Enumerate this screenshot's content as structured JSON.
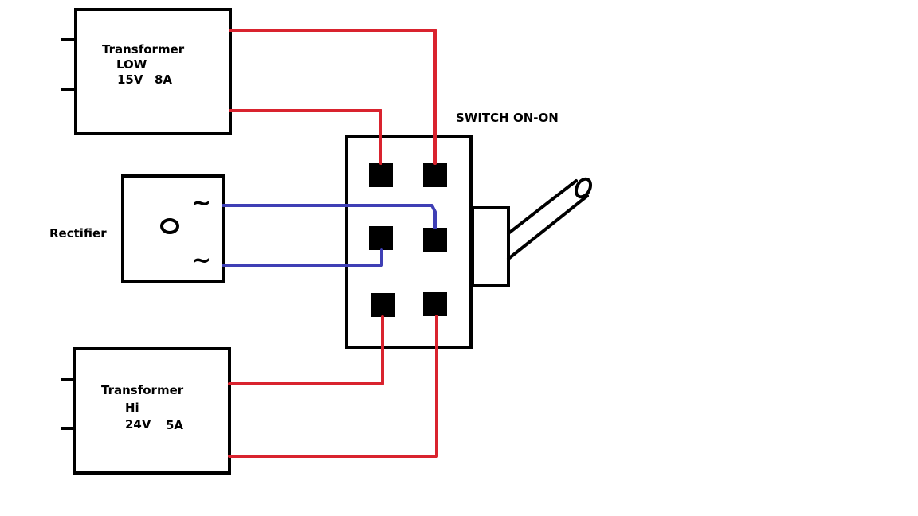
{
  "colors": {
    "ac_wire": "#d9232e",
    "rectifier_wire": "#3f3fb5",
    "outline": "#000000"
  },
  "transformer_low": {
    "line1": "Transformer",
    "line2": "LOW",
    "volts": "15V",
    "amps": "8A"
  },
  "transformer_hi": {
    "line1": "Transformer",
    "line2": "Hi",
    "volts": "24V",
    "amps": "5A"
  },
  "rectifier": {
    "label": "Rectifier",
    "ac_symbol_top": "~",
    "ac_symbol_bottom": "~"
  },
  "switch": {
    "label": "SWITCH ON-ON"
  }
}
